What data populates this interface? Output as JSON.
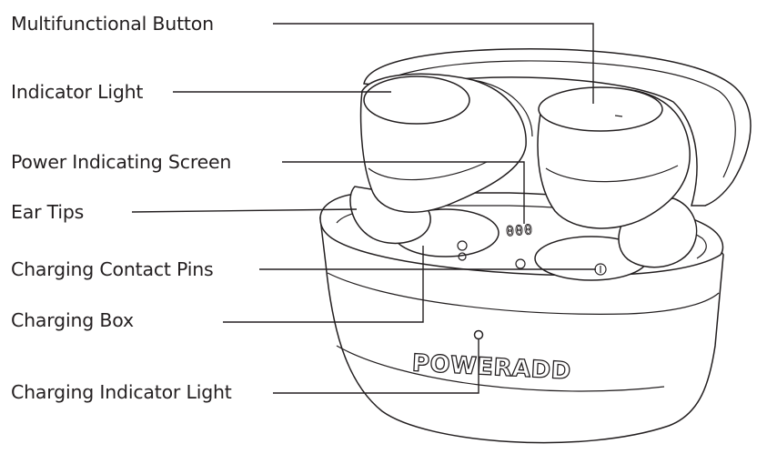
{
  "labels": {
    "multifunctional_button": "Multifunctional Button",
    "indicator_light": "Indicator Light",
    "power_indicating_screen": "Power Indicating Screen",
    "ear_tips": "Ear Tips",
    "charging_contact_pins": "Charging Contact Pins",
    "charging_box": "Charging Box",
    "charging_indicator_light": "Charging Indicator Light"
  },
  "product": {
    "brand": "POWERADD",
    "screen_readout": "000"
  }
}
